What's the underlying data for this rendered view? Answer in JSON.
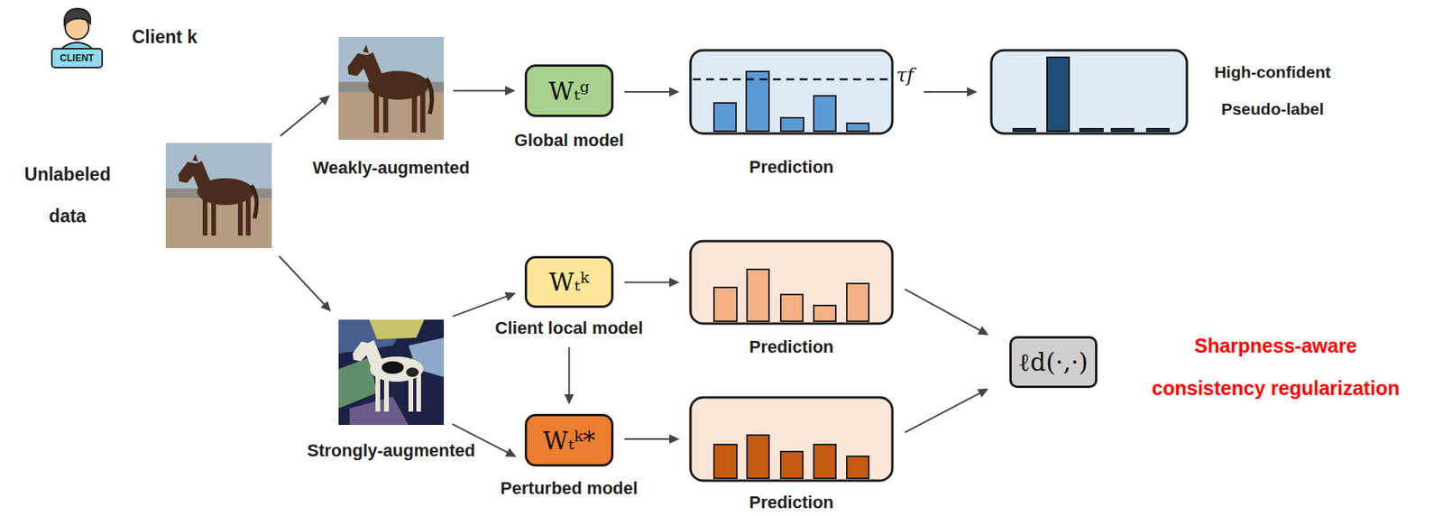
{
  "diagram": {
    "nodes": [
      {
        "text": [
          "Unlabeled data"
        ]
      },
      {
        "text": [
          "Weakly-augmented"
        ]
      },
      {
        "text": [
          "Wₜᵍ",
          "Global model"
        ]
      },
      {
        "text": [
          "Prediction"
        ]
      },
      {
        "text": [
          "High-confident Pseudo-label"
        ]
      },
      {
        "text": [
          "Strongly-augmented"
        ]
      },
      {
        "text": [
          "Wₜᵏ",
          "Client local model"
        ]
      },
      {
        "text": [
          "Prediction"
        ]
      },
      {
        "text": [
          "Wₜᵏ*",
          "Perturbed model"
        ]
      },
      {
        "text": [
          "Prediction"
        ]
      },
      {
        "text": [
          "ℓd(·,·)"
        ]
      }
    ],
    "edges": [
      {
        "from": 0,
        "to": 1,
        "arrow": "to"
      },
      {
        "from": 0,
        "to": 5,
        "arrow": "to"
      },
      {
        "from": 1,
        "to": 2,
        "arrow": "to"
      },
      {
        "from": 2,
        "to": 3,
        "arrow": "to"
      },
      {
        "from": 3,
        "to": 4,
        "arrow": "to"
      },
      {
        "from": 5,
        "to": 6,
        "arrow": "to"
      },
      {
        "from": 5,
        "to": 8,
        "arrow": "to"
      },
      {
        "from": 6,
        "to": 7,
        "arrow": "to"
      },
      {
        "from": 6,
        "to": 8,
        "arrow": "to"
      },
      {
        "from": 7,
        "to": 10,
        "arrow": "to"
      },
      {
        "from": 8,
        "to": 9,
        "arrow": "to"
      },
      {
        "from": 9,
        "to": 10,
        "arrow": "to"
      }
    ],
    "labels": [
      "CLIENT",
      "Client k",
      "τf",
      "Sharpness-aware consistency regularization"
    ]
  }
}
